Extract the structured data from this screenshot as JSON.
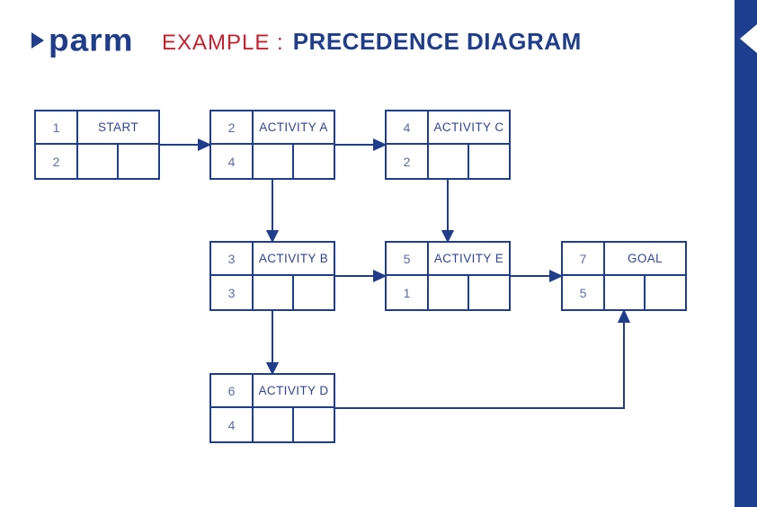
{
  "header": {
    "logo_text": "parm",
    "title_prefix": "EXAMPLE :",
    "title_main": "PRECEDENCE DIAGRAM"
  },
  "colors": {
    "primary_blue": "#1f3d8a",
    "bar_blue": "#1e3f8f",
    "accent_red": "#c4202e",
    "number_blue": "#5c6b9f"
  },
  "diagram": {
    "nodes": [
      {
        "id": "1",
        "label": "START",
        "duration": "2"
      },
      {
        "id": "2",
        "label": "ACTIVITY A",
        "duration": "4"
      },
      {
        "id": "4",
        "label": "ACTIVITY C",
        "duration": "2"
      },
      {
        "id": "3",
        "label": "ACTIVITY B",
        "duration": "3"
      },
      {
        "id": "5",
        "label": "ACTIVITY E",
        "duration": "1"
      },
      {
        "id": "7",
        "label": "GOAL",
        "duration": "5"
      },
      {
        "id": "6",
        "label": "ACTIVITY D",
        "duration": "4"
      }
    ],
    "edges": [
      {
        "from": "START",
        "to": "ACTIVITY A"
      },
      {
        "from": "ACTIVITY A",
        "to": "ACTIVITY C"
      },
      {
        "from": "ACTIVITY A",
        "to": "ACTIVITY B"
      },
      {
        "from": "ACTIVITY C",
        "to": "ACTIVITY E"
      },
      {
        "from": "ACTIVITY B",
        "to": "ACTIVITY E"
      },
      {
        "from": "ACTIVITY B",
        "to": "ACTIVITY D"
      },
      {
        "from": "ACTIVITY E",
        "to": "GOAL"
      },
      {
        "from": "ACTIVITY D",
        "to": "GOAL"
      }
    ]
  }
}
